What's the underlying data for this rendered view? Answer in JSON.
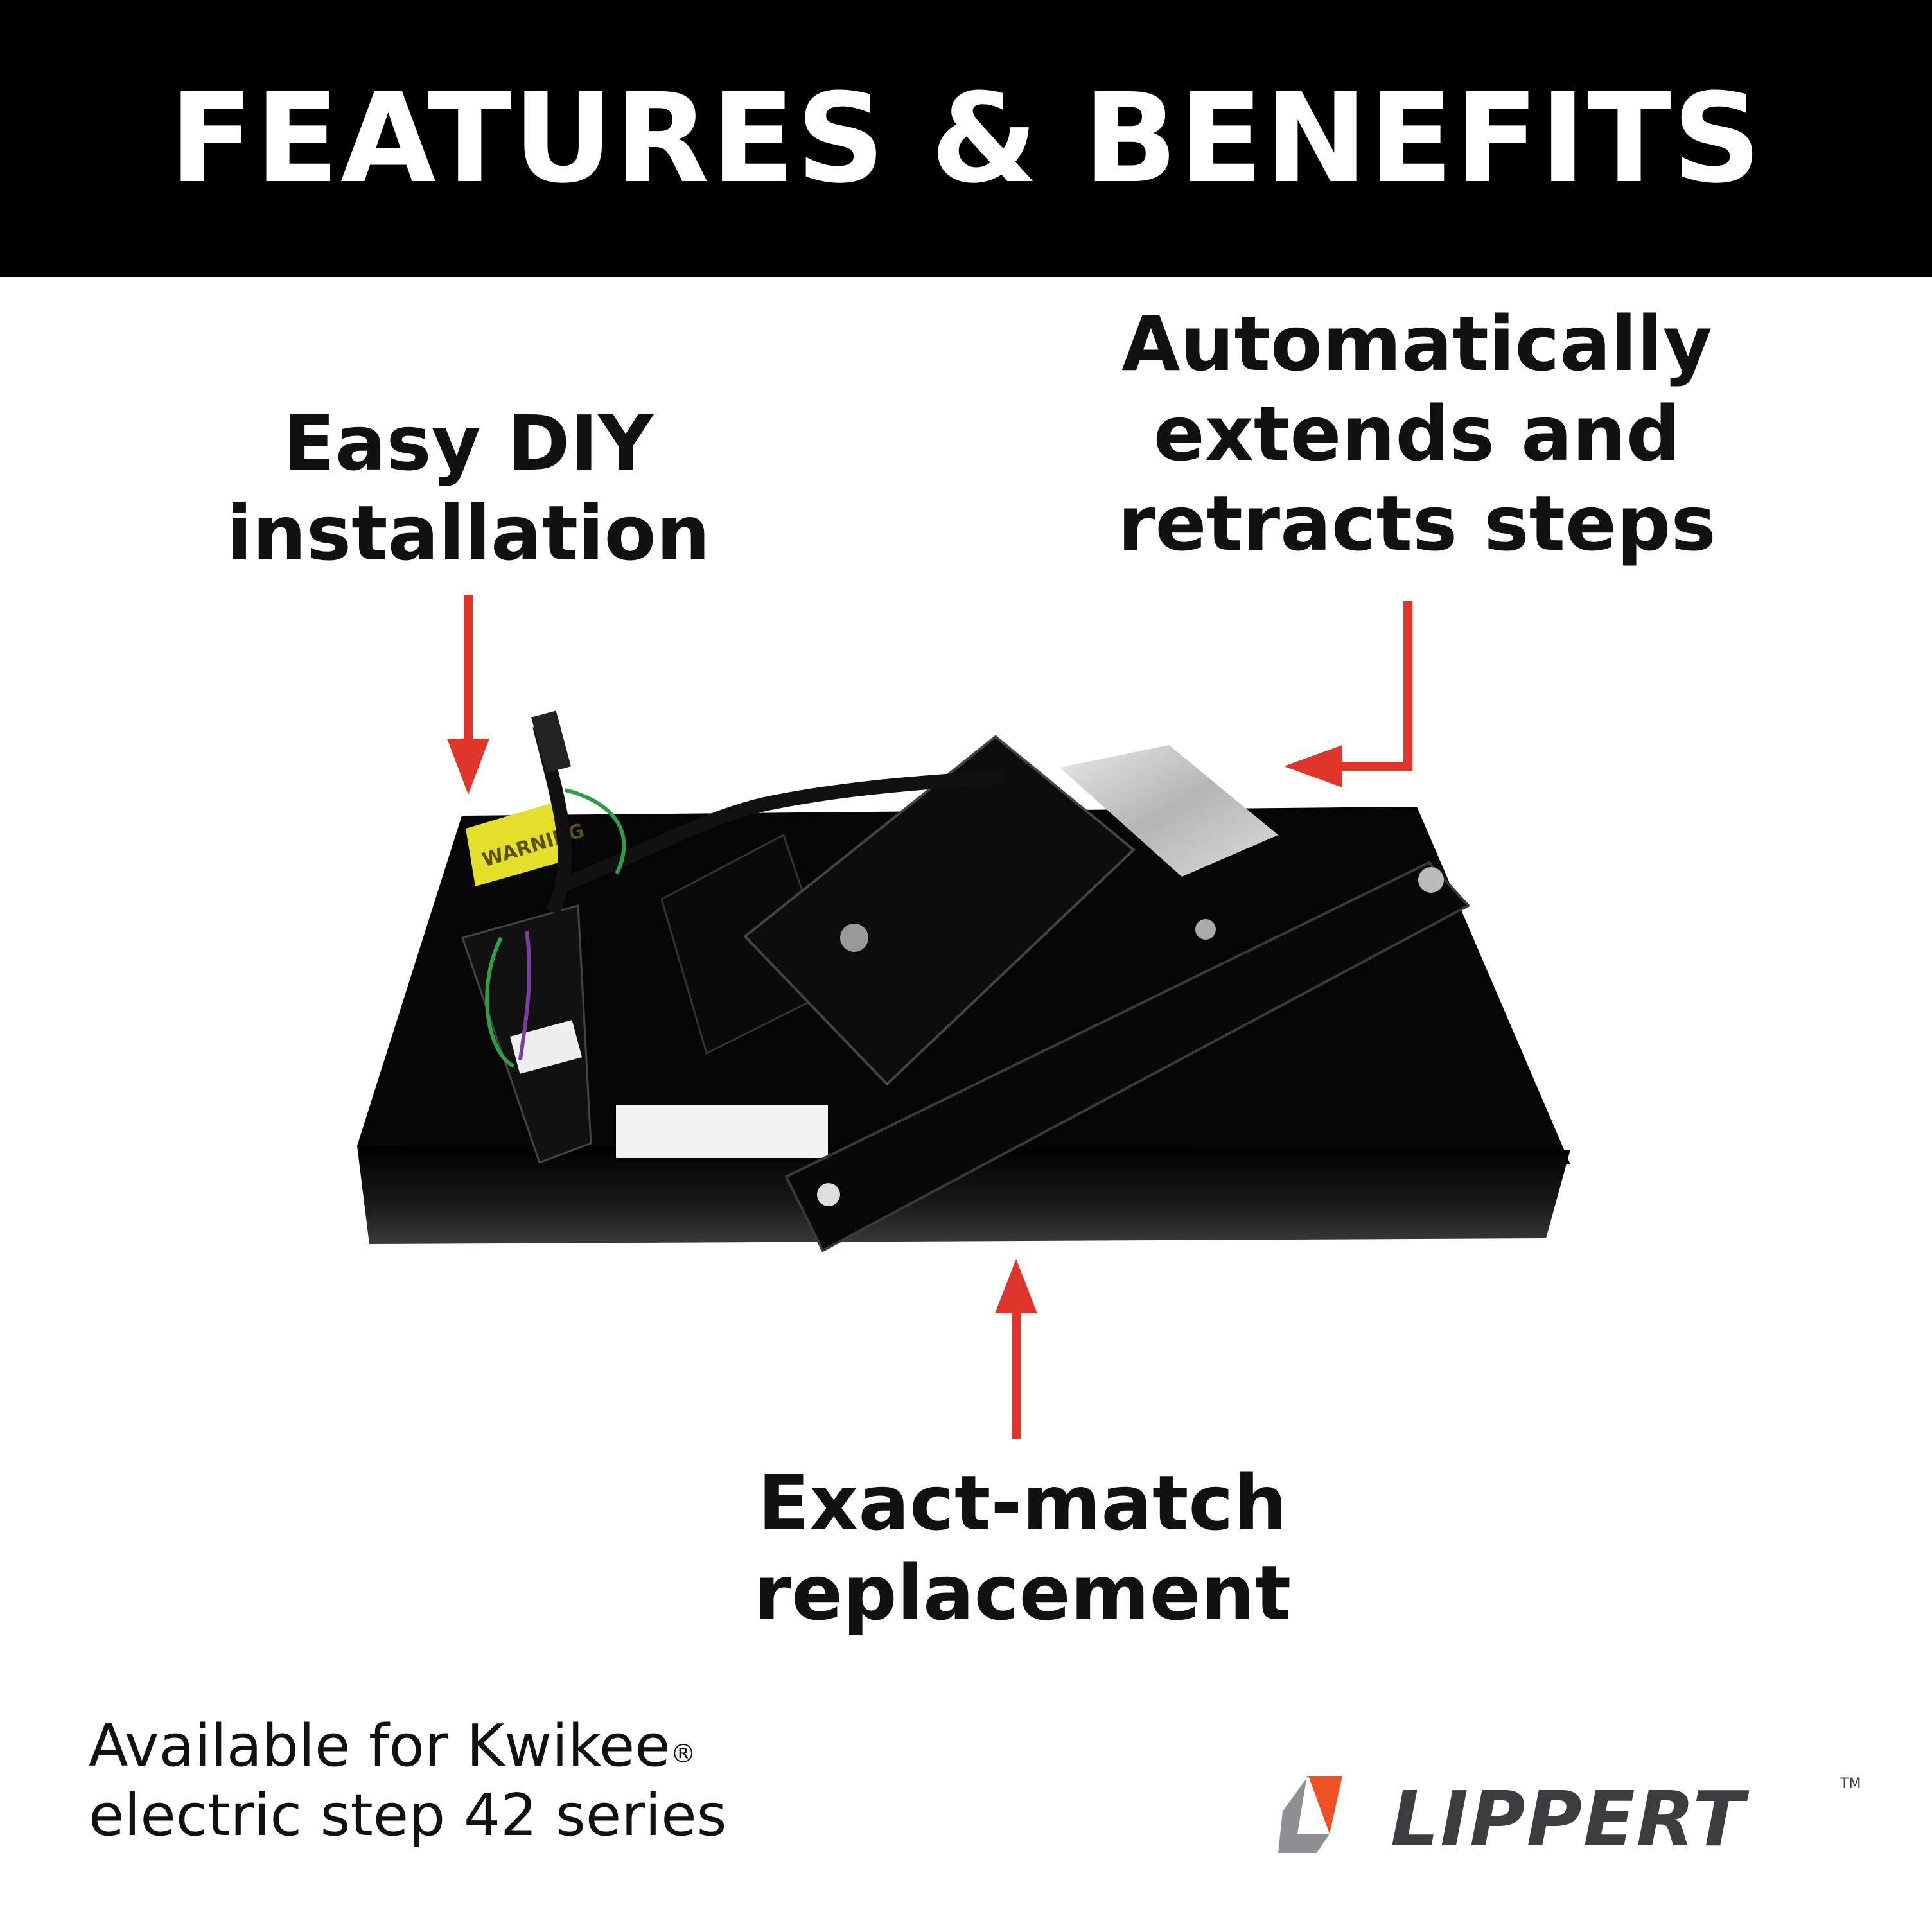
{
  "header": {
    "title": "FEATURES & BENEFITS"
  },
  "callouts": {
    "left": [
      "Easy DIY",
      "installation"
    ],
    "right": [
      "Automatically",
      "extends and",
      "retracts steps"
    ],
    "bottom": [
      "Exact-match",
      "replacement"
    ]
  },
  "footer": {
    "line1": "Available for Kwikee",
    "registered": "®",
    "line2": "electric step 42 series"
  },
  "logo": {
    "text": "LIPPERT",
    "tm": "TM"
  },
  "product_label": {
    "tag": "WARNING"
  },
  "colors": {
    "header_bg": "#000000",
    "arrow": "#e0352b",
    "logo_orange": "#ee5124",
    "logo_gray": "#8d8f92",
    "logo_text": "#3d3d3f"
  }
}
